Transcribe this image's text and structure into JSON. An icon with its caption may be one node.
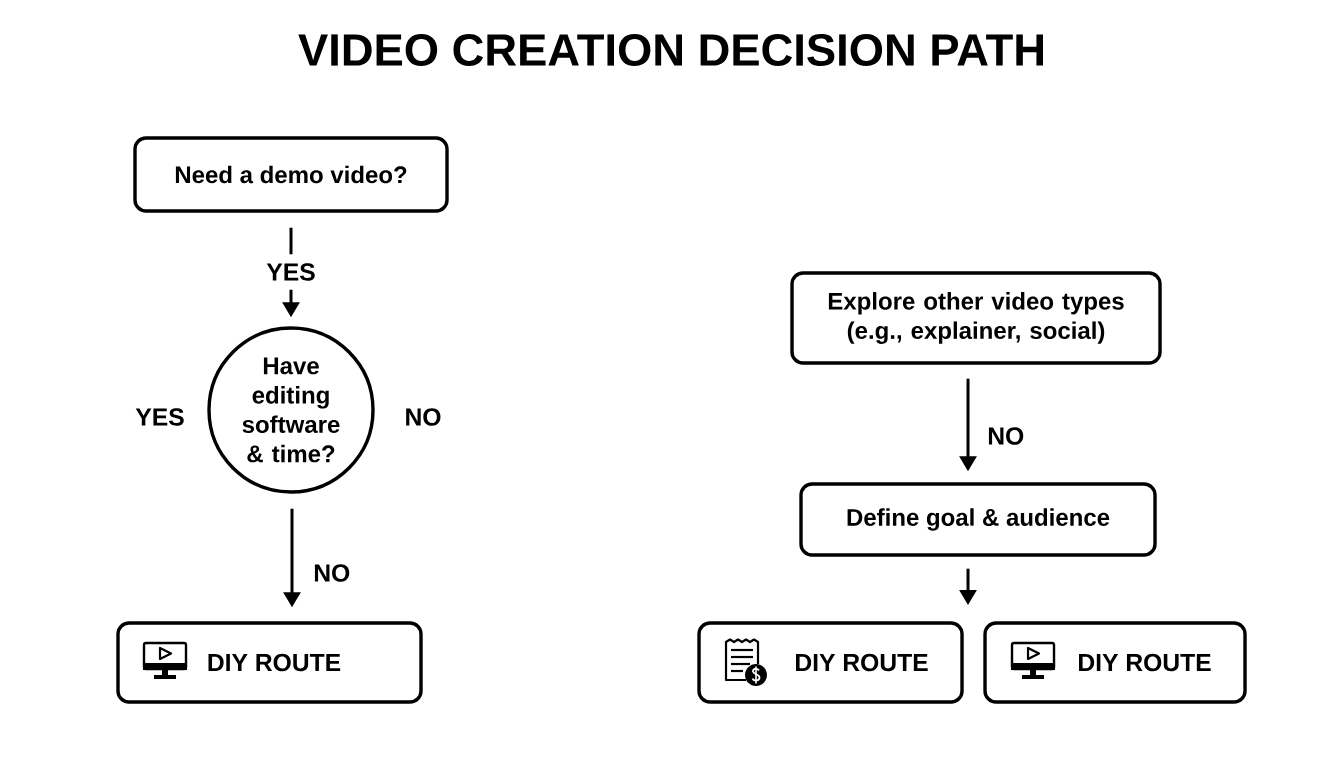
{
  "diagram": {
    "title": "VIDEO CREATION DECISION PATH",
    "nodes": [
      {
        "text": [
          "Need a demo video?"
        ]
      },
      {
        "text": [
          "Have editing software & time?"
        ]
      },
      {
        "text": [
          "DIY ROUTE"
        ]
      },
      {
        "text": [
          "Explore other video types (e.g., explainer, social)"
        ]
      },
      {
        "text": [
          "Define goal & audience"
        ]
      },
      {
        "text": [
          "DIY ROUTE"
        ]
      },
      {
        "text": [
          "DIY ROUTE"
        ]
      }
    ],
    "edges": [
      {
        "from": 0,
        "to": 1,
        "arrow": "to",
        "label": "YES"
      },
      {
        "from": 1,
        "to": 2,
        "arrow": "to",
        "label": "NO"
      },
      {
        "from": 3,
        "to": 4,
        "arrow": "to",
        "label": "NO"
      },
      {
        "from": 4,
        "to": null,
        "arrow": "to"
      }
    ],
    "labels": [
      "YES",
      "NO"
    ]
  }
}
